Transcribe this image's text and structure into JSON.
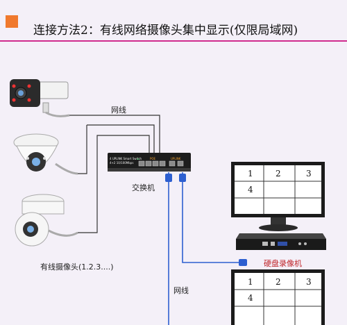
{
  "header": {
    "title": "连接方法2：有线网络摄像头集中显示(仅限局域网)",
    "accent_color": "#f0792d",
    "rule_color": "#d02b8e"
  },
  "labels": {
    "network_cable_top": "网线",
    "switch": "交换机",
    "cameras": "有线摄像头(1.2.3....)",
    "nvr": "硬盘录像机",
    "network_cable_bottom": "网线"
  },
  "switch_panel": {
    "brand_line1": "4 UPLINK Smart Switch",
    "brand_line2": "4+2 10/100Mbps",
    "poe_label": "POE",
    "uplink_label": "UPLINK"
  },
  "monitor_top": {
    "cells": [
      "1",
      "2",
      "3",
      "4",
      "",
      ""
    ]
  },
  "monitor_bottom": {
    "cells": [
      "1",
      "2",
      "3",
      "4",
      "",
      ""
    ]
  },
  "icons": [
    "bullet-camera-icon",
    "dome-camera-icon",
    "ptz-camera-icon",
    "poe-switch-icon",
    "monitor-icon",
    "nvr-icon",
    "rj45-plug-icon"
  ]
}
